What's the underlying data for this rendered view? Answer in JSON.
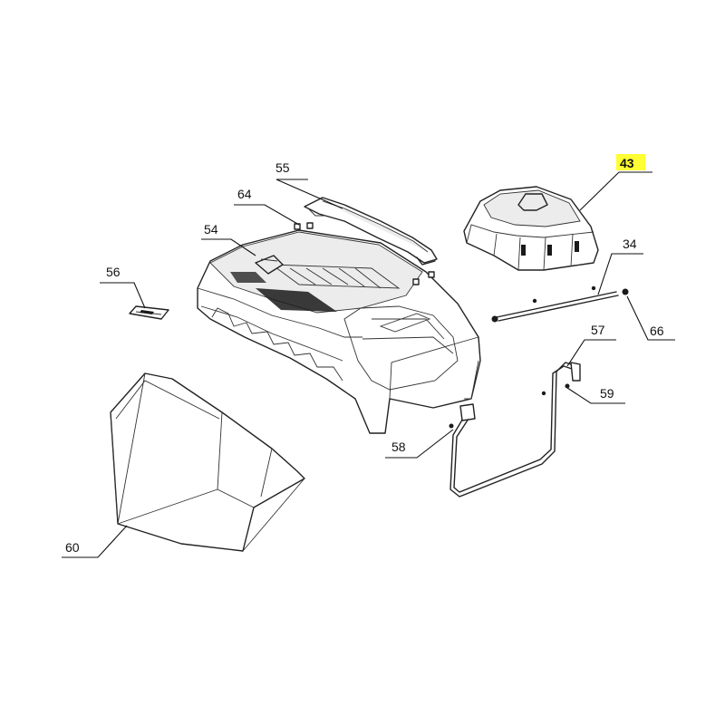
{
  "callouts": [
    {
      "id": "c43",
      "label": "43",
      "highlight": true
    },
    {
      "id": "c34",
      "label": "34"
    },
    {
      "id": "c66",
      "label": "66"
    },
    {
      "id": "c55",
      "label": "55"
    },
    {
      "id": "c64",
      "label": "64"
    },
    {
      "id": "c54",
      "label": "54"
    },
    {
      "id": "c56",
      "label": "56"
    },
    {
      "id": "c57",
      "label": "57"
    },
    {
      "id": "c59",
      "label": "59"
    },
    {
      "id": "c58",
      "label": "58"
    },
    {
      "id": "c60",
      "label": "60"
    }
  ],
  "colors": {
    "line": "#222222",
    "highlight": "#ffff33",
    "background": "#ffffff"
  }
}
